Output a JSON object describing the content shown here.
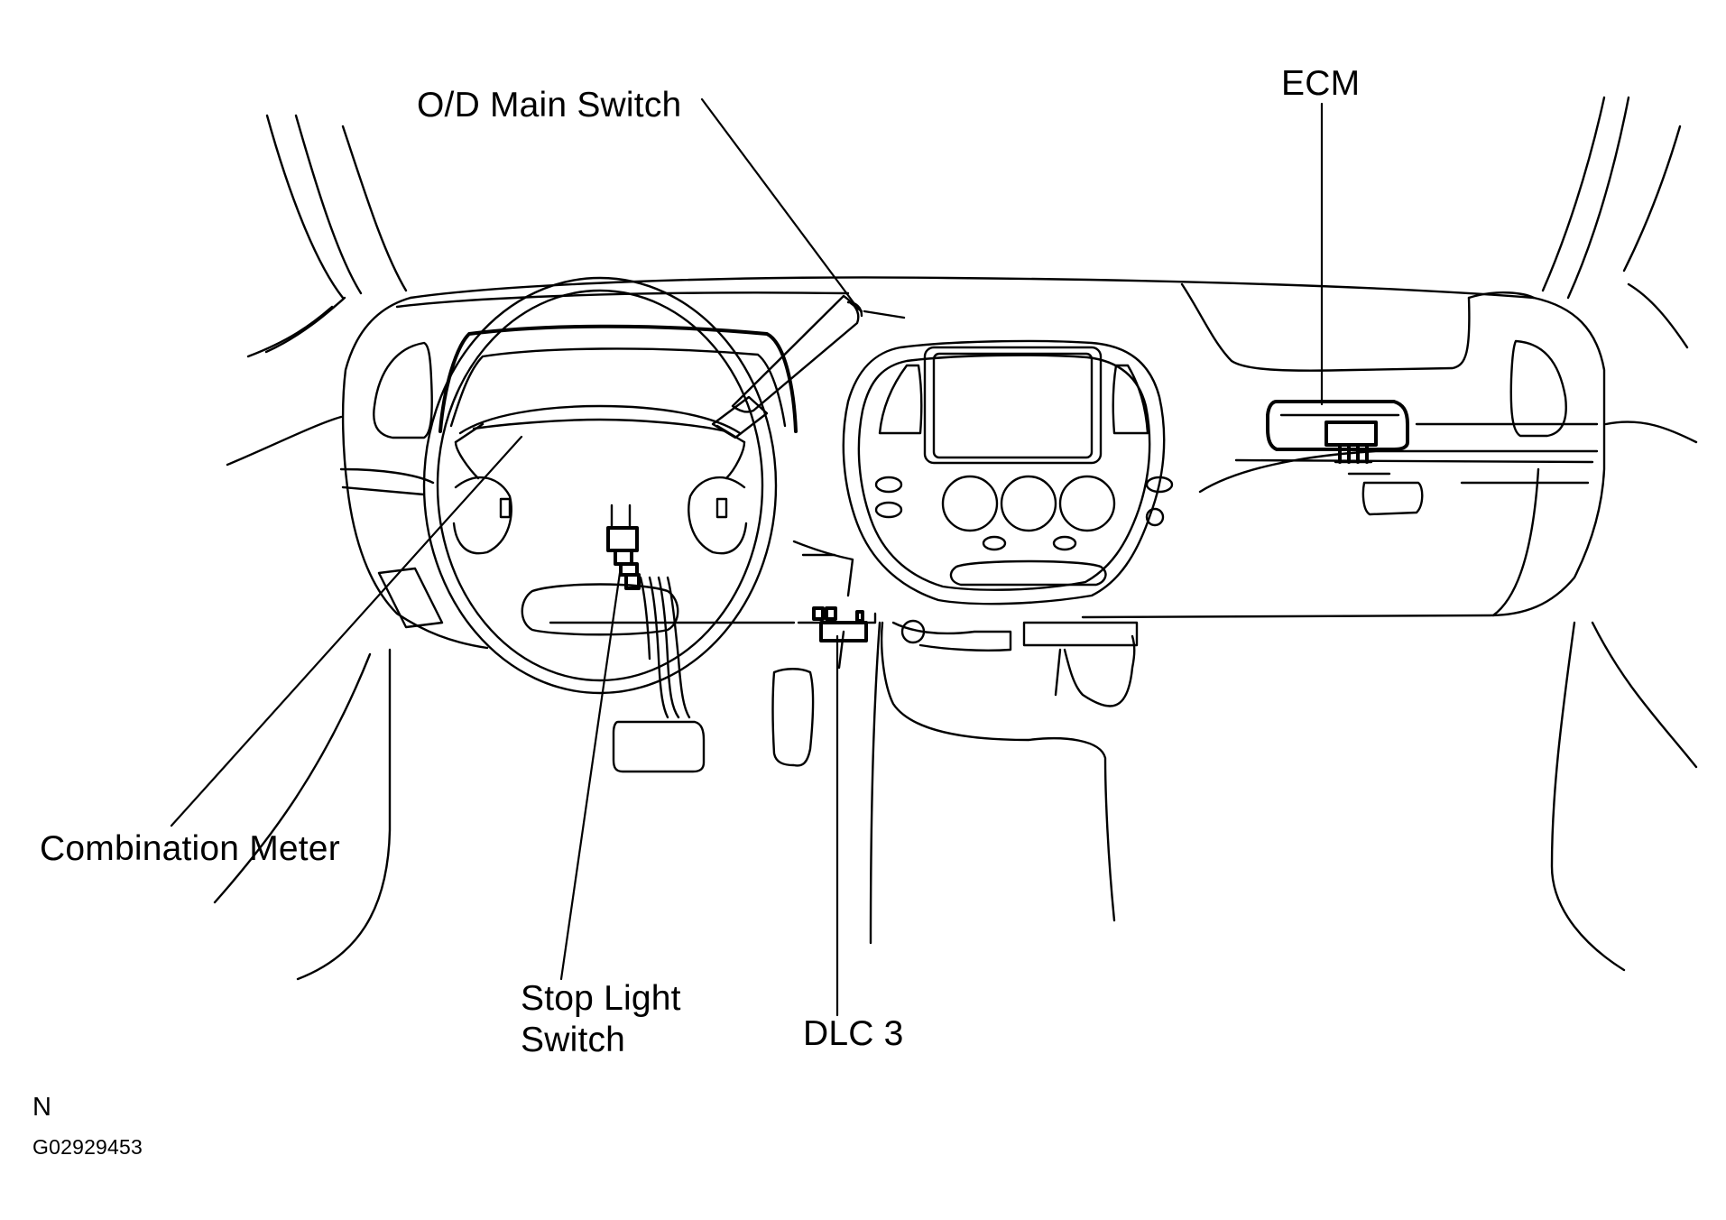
{
  "labels": {
    "od_main_switch": "O/D Main Switch",
    "ecm": "ECM",
    "combination_meter": "Combination Meter",
    "stop_light_switch": "Stop Light\nSwitch",
    "dlc3": "DLC 3"
  },
  "footer": {
    "view_code": "N",
    "figure_id": "G02929453"
  }
}
